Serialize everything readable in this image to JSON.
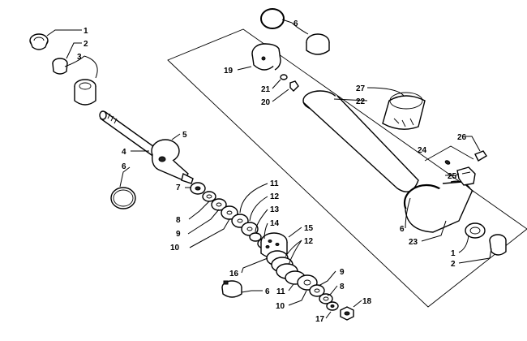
{
  "callouts": {
    "c1a": "1",
    "c2a": "2",
    "c3": "3",
    "c4": "4",
    "c5": "5",
    "c6a": "6",
    "c7": "7",
    "c8a": "8",
    "c9a": "9",
    "c10a": "10",
    "c11a": "11",
    "c12a": "12",
    "c13": "13",
    "c14": "14",
    "c15": "15",
    "c12b": "12",
    "c16": "16",
    "c6b": "6",
    "c11b": "11",
    "c10b": "10",
    "c9b": "9",
    "c8b": "8",
    "c17": "17",
    "c18": "18",
    "c6c": "6",
    "c19": "19",
    "c21": "21",
    "c20": "20",
    "c27": "27",
    "c22": "22",
    "c26": "26",
    "c24": "24",
    "c25": "25",
    "c6d": "6",
    "c23": "23",
    "c1b": "1",
    "c2b": "2"
  }
}
